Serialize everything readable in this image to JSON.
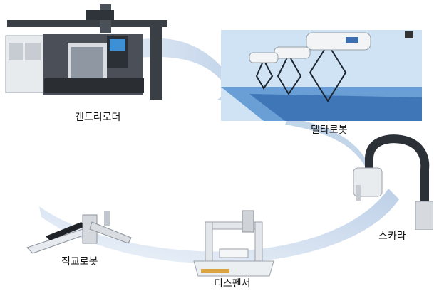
{
  "robots": [
    {
      "id": "gantry",
      "label": "겐트리로더"
    },
    {
      "id": "delta",
      "label": "델타로봇"
    },
    {
      "id": "scara",
      "label": "스카라"
    },
    {
      "id": "dispenser",
      "label": "디스펜서"
    },
    {
      "id": "cartesian",
      "label": "직교로봇"
    }
  ],
  "colors": {
    "arrow": "#b9cde6",
    "delta_background": "#cfe3f5"
  }
}
